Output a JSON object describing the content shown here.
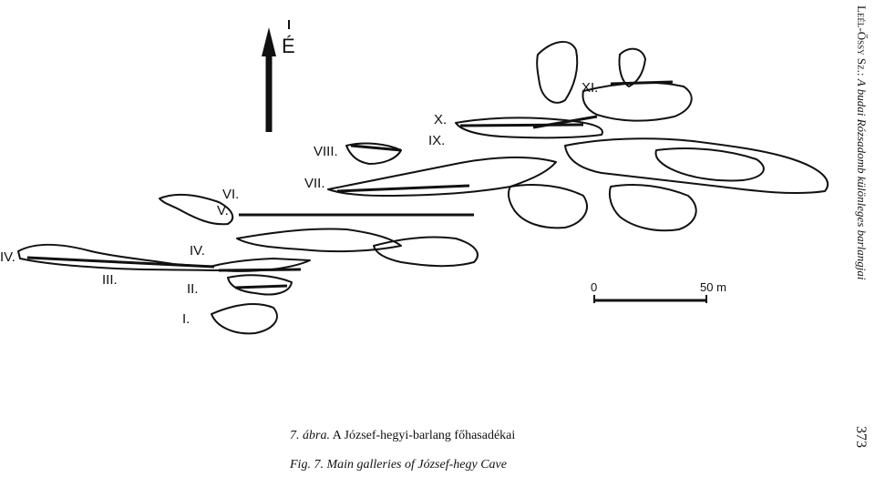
{
  "running_head": {
    "author": "Leél-Őssy Sz.:",
    "title": "A budai Rózsadomb különleges barlangjai"
  },
  "page_number": "373",
  "figure": {
    "north_label": "É",
    "scale": {
      "start": "0",
      "end": "50 m"
    },
    "gallery_labels": [
      "I.",
      "II.",
      "III.",
      "IV.",
      "IV.",
      "V.",
      "VI.",
      "VII.",
      "VIII.",
      "IX.",
      "X.",
      "XI."
    ]
  },
  "caption_hu": {
    "number": "7. ábra.",
    "text": "A József-hegyi-barlang főhasadékai"
  },
  "caption_en": {
    "number": "Fig. 7.",
    "text": "Main galleries of József-hegy Cave"
  }
}
